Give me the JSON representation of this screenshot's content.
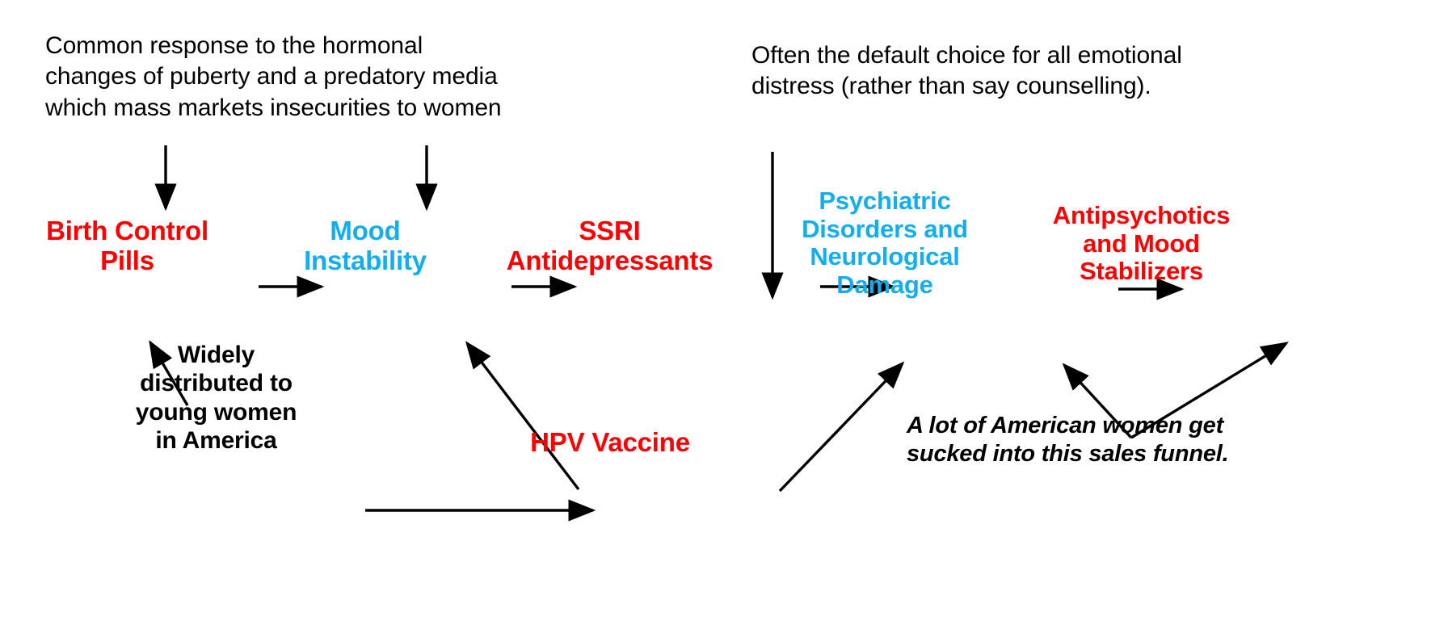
{
  "diagram": {
    "title": "Sales funnel flow of pharmaceutical interventions for American women",
    "background_color": "#ffffff",
    "colors": {
      "intervention_red": "#FF0000",
      "outcome_blue": "#14AEEF",
      "annotation_black": "#000000",
      "arrow_black": "#000000"
    },
    "nodes": [
      {
        "id": "birth-control-pills",
        "label": "Birth Control\nPills",
        "color_role": "intervention_red"
      },
      {
        "id": "mood-instability",
        "label": "Mood\nInstability",
        "color_role": "outcome_blue"
      },
      {
        "id": "ssri-antidepressants",
        "label": "SSRI\nAntidepressants",
        "color_role": "intervention_red"
      },
      {
        "id": "psychiatric-disorders",
        "label": "Psychiatric\nDisorders and\nNeurological\nDamage",
        "color_role": "outcome_blue"
      },
      {
        "id": "antipsychotics",
        "label": "Antipsychotics\nand Mood\nStabilizers",
        "color_role": "intervention_red"
      },
      {
        "id": "hpv-vaccine",
        "label": "HPV Vaccine",
        "color_role": "intervention_red"
      }
    ],
    "annotations": [
      {
        "id": "puberty-note",
        "text": "Common response to the hormonal\nchanges of puberty and a predatory media\nwhich mass markets insecurities to women",
        "style": "plain",
        "targets": "birth-control-pills / mood-instability"
      },
      {
        "id": "default-choice-note",
        "text": "Often the default choice for all emotional\ndistress (rather than say counselling).",
        "style": "plain",
        "targets": "ssri-antidepressants"
      },
      {
        "id": "widely-distributed-note",
        "text": "Widely\ndistributed to\nyoung women\nin America",
        "style": "bold",
        "targets": "birth-control-pills"
      },
      {
        "id": "sales-funnel-note",
        "text": "A lot of American women get\nsucked into this sales funnel.",
        "style": "bold-italic",
        "targets": "psychiatric-disorders / antipsychotics"
      }
    ],
    "edges": [
      {
        "from": "puberty-note",
        "to": "birth-control-pills",
        "kind": "straight-down"
      },
      {
        "from": "puberty-note",
        "to": "mood-instability",
        "kind": "straight-down"
      },
      {
        "from": "birth-control-pills",
        "to": "mood-instability",
        "kind": "straight-right"
      },
      {
        "from": "mood-instability",
        "to": "ssri-antidepressants",
        "kind": "straight-right"
      },
      {
        "from": "default-choice-note",
        "to": "ssri-antidepressants",
        "kind": "straight-down"
      },
      {
        "from": "ssri-antidepressants",
        "to": "psychiatric-disorders",
        "kind": "straight-right"
      },
      {
        "from": "psychiatric-disorders",
        "to": "antipsychotics",
        "kind": "straight-right"
      },
      {
        "from": "widely-distributed-note",
        "to": "birth-control-pills",
        "kind": "diagonal-up-left"
      },
      {
        "from": "widely-distributed-note",
        "to": "hpv-vaccine",
        "kind": "straight-right"
      },
      {
        "from": "hpv-vaccine",
        "to": "mood-instability",
        "kind": "diagonal-up-left"
      },
      {
        "from": "hpv-vaccine",
        "to": "psychiatric-disorders",
        "kind": "diagonal-up-right"
      },
      {
        "from": "sales-funnel-note",
        "to": "psychiatric-disorders",
        "kind": "branch-up-left"
      },
      {
        "from": "sales-funnel-note",
        "to": "antipsychotics",
        "kind": "branch-up-right"
      }
    ]
  }
}
